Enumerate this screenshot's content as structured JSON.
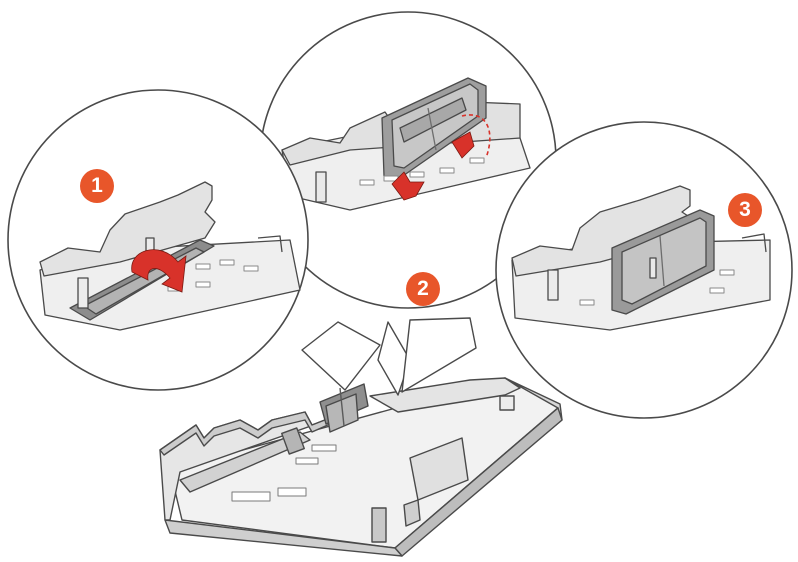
{
  "figure": {
    "colors": {
      "step_badge": "#e8562a",
      "arrow": "#d8322a",
      "outline": "#4a4a4a",
      "tray_light": "#f1f1f1",
      "tray_mid": "#d9d9d9",
      "tray_dark": "#9a9a9a",
      "guide": "#a7a7a7",
      "guide_dark": "#6e6e6e"
    },
    "steps": [
      {
        "label": "1",
        "icon": "flip-arrow-icon"
      },
      {
        "label": "2",
        "icon": "slide-arrow-icon"
      },
      {
        "label": "3",
        "icon": "none"
      }
    ]
  }
}
